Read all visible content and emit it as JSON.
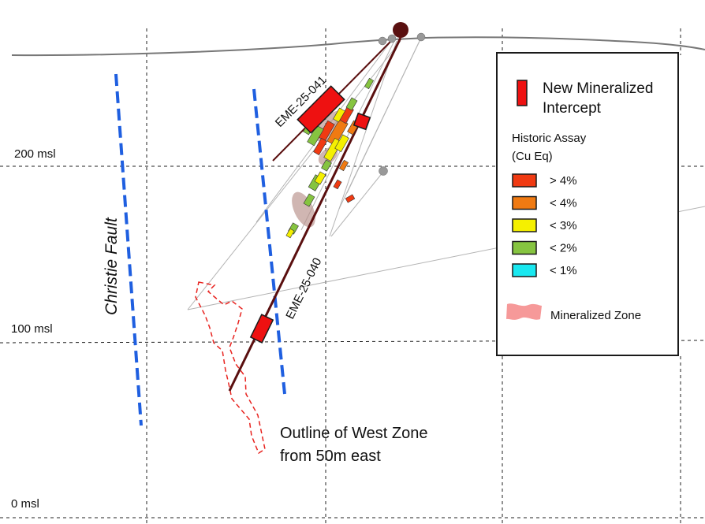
{
  "levels": {
    "l200": "200 msl",
    "l100": "100 msl",
    "l0": "0 msl"
  },
  "holes": {
    "h041": "EME-25-041",
    "h040": "EME-25-040"
  },
  "fault_label": "Christie Fault",
  "west_zone_label": {
    "line1": "Outline of West Zone",
    "line2": "from 50m east"
  },
  "legend": {
    "new_intercept": {
      "line1": "New Mineralized",
      "line2": "Intercept",
      "color": "#ee1111"
    },
    "assay_title": {
      "line1": "Historic Assay",
      "line2": "(Cu Eq)"
    },
    "assay_items": [
      {
        "label": "> 4%",
        "color": "#f03a12"
      },
      {
        "label": "< 4%",
        "color": "#f07a12"
      },
      {
        "label": "< 3%",
        "color": "#f5f000"
      },
      {
        "label": "< 2%",
        "color": "#86c440"
      },
      {
        "label": "< 1%",
        "color": "#19e8f0"
      }
    ],
    "zone": {
      "label": "Mineralized Zone",
      "color": "#f48080"
    }
  },
  "colors": {
    "drillhole": "#5a0f0f",
    "fault_dash": "#1f5fe0",
    "outline_dash": "#e8231f",
    "grid": "#222222",
    "topo": "#777777"
  }
}
